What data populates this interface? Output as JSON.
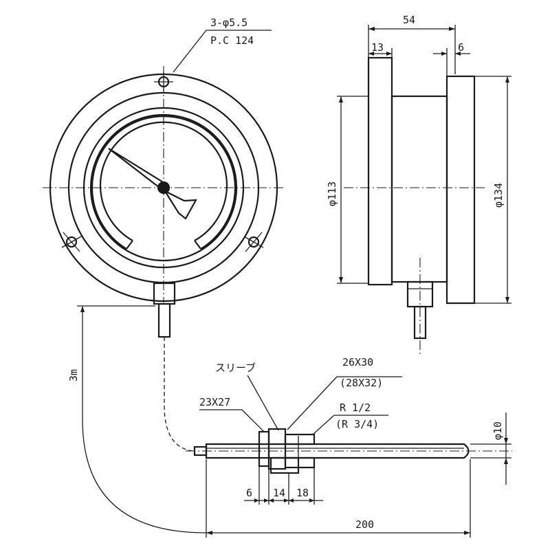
{
  "front_view": {
    "mount_holes_label": "3-φ5.5",
    "pcd_label": "P.C 124"
  },
  "side_view": {
    "depth_label": "54",
    "front_flange_label": "13",
    "rear_flange_label": "6",
    "case_diameter_label": "φ113",
    "flange_diameter_label": "φ134"
  },
  "capillary": {
    "length_label": "3m"
  },
  "bulb": {
    "sleeve_label": "スリーブ",
    "nut_label": "26X30",
    "nut_alt_label": "(28X32)",
    "hex_label": "23X27",
    "thread_label": "R 1/2",
    "thread_alt_label": "(R 3/4)",
    "dim_a_label": "6",
    "dim_b_label": "14",
    "dim_c_label": "18",
    "stem_diameter_label": "φ10",
    "total_length_label": "200"
  }
}
